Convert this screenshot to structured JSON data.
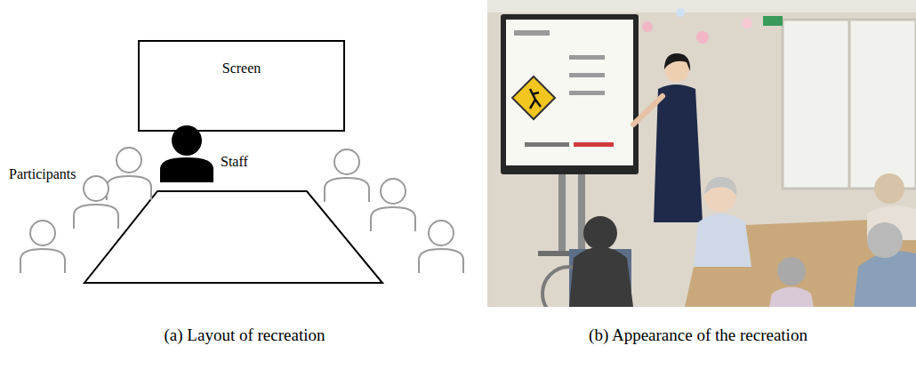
{
  "diagram": {
    "nodes": [
      {
        "text": [
          "Screen"
        ]
      }
    ],
    "labels": [
      "Participants",
      "Staff",
      "(a) Layout of recreation",
      "(b) Appearance of the recreation"
    ]
  }
}
